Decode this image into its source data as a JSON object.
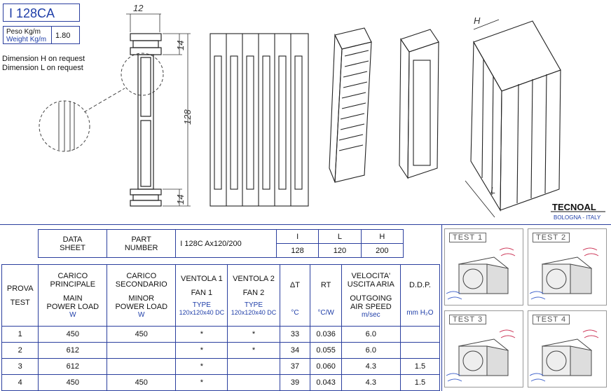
{
  "header": {
    "part_title": "I 128CA",
    "weight_label_it": "Peso Kg/m",
    "weight_label_en": "Weight Kg/m",
    "weight_value": "1.80",
    "note_h": "Dimension H  on request",
    "note_l": "Dimension L  on request"
  },
  "drawing": {
    "dim_width": "12",
    "dim_height": "128",
    "dim_fin_top": "14",
    "dim_fin_bottom": "14",
    "dim_H": "H",
    "dim_L": "L"
  },
  "logo": {
    "brand": "TECNOAL",
    "location": "BOLOGNA - ITALY"
  },
  "sheet": {
    "data_sheet": [
      "DATA",
      "SHEET"
    ],
    "part_number_label": [
      "PART",
      "NUMBER"
    ],
    "part_number": "I 128C Ax120/200",
    "dims_headers": [
      "I",
      "L",
      "H"
    ],
    "dims_values": [
      "128",
      "120",
      "200"
    ]
  },
  "columns": {
    "test": [
      "PROVA",
      "TEST"
    ],
    "main_load": [
      "CARICO",
      "PRINCIPALE",
      "MAIN",
      "POWER LOAD",
      "W"
    ],
    "minor_load": [
      "CARICO",
      "SECONDARIO",
      "MINOR",
      "POWER LOAD",
      "W"
    ],
    "fan1": [
      "VENTOLA 1",
      "FAN 1",
      "TYPE",
      "120x120x40 DC"
    ],
    "fan2": [
      "VENTOLA 2",
      "FAN 2",
      "TYPE",
      "120x120x40 DC"
    ],
    "dt": [
      "ΔT",
      "°C"
    ],
    "rt": [
      "RT",
      "°C/W"
    ],
    "speed": [
      "VELOCITA'",
      "USCITA  ARIA",
      "OUTGOING",
      "AIR SPEED",
      "m/sec"
    ],
    "ddp": [
      "D.D.P.",
      "mm H₂O"
    ]
  },
  "rows": [
    {
      "test": "1",
      "main": "450",
      "minor": "450",
      "fan1": "*",
      "fan2": "*",
      "dt": "33",
      "rt": "0.036",
      "speed": "6.0",
      "ddp": ""
    },
    {
      "test": "2",
      "main": "612",
      "minor": "",
      "fan1": "*",
      "fan2": "*",
      "dt": "34",
      "rt": "0.055",
      "speed": "6.0",
      "ddp": ""
    },
    {
      "test": "3",
      "main": "612",
      "minor": "",
      "fan1": "*",
      "fan2": "",
      "dt": "37",
      "rt": "0.060",
      "speed": "4.3",
      "ddp": "1.5"
    },
    {
      "test": "4",
      "main": "450",
      "minor": "450",
      "fan1": "*",
      "fan2": "",
      "dt": "39",
      "rt": "0.043",
      "speed": "4.3",
      "ddp": "1.5"
    }
  ],
  "tests": [
    "TEST  1",
    "TEST  2",
    "TEST  3",
    "TEST  4"
  ]
}
